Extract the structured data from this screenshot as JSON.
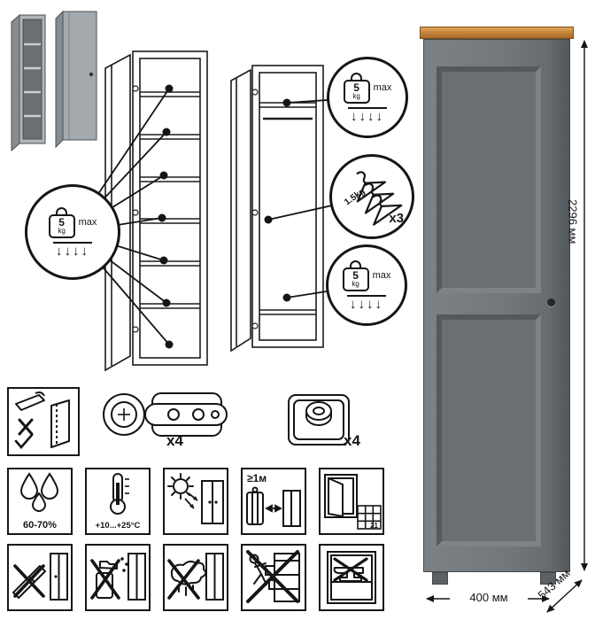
{
  "callouts": {
    "arrows": "↓↓↓↓",
    "shelf_left": {
      "value": "5",
      "unit": "kg",
      "max": "max"
    },
    "shelf_top": {
      "value": "5",
      "unit": "kg",
      "max": "max"
    },
    "hanger": {
      "load": "1.5kg",
      "count": "x3"
    },
    "shelf_bottom": {
      "value": "5",
      "unit": "kg",
      "max": "max"
    }
  },
  "hardware": {
    "hinge_count": "x4",
    "foot_count": "x4"
  },
  "care": {
    "humidity": "60-70%",
    "temperature": "+10...+25°C",
    "min_distance": "≥1м",
    "calendar_day": "21"
  },
  "dimensions": {
    "height": "2296 мм",
    "width": "400 мм",
    "depth": "543 мм"
  },
  "colors": {
    "wood_top": "#c7873d",
    "body_grey": "#70767a",
    "panel_grey": "#666c6f",
    "line_art": "#151515"
  }
}
